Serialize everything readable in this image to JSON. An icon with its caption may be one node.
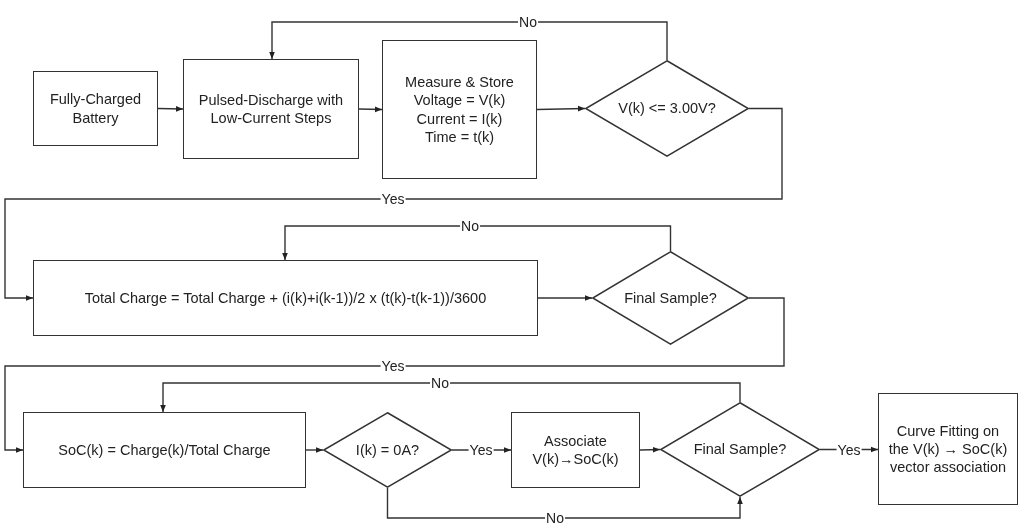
{
  "diagram": {
    "nodes": [
      {
        "text": [
          "Fully-Charged Battery"
        ]
      },
      {
        "text": [
          "Pulsed-Discharge with Low-Current Steps"
        ]
      },
      {
        "text": [
          "Measure & Store",
          "Voltage = V(k)",
          "Current = I(k)",
          "Time = t(k)"
        ]
      },
      {
        "text": [
          "V(k) <= 3.00V?"
        ]
      },
      {
        "text": [
          "Total Charge = Total Charge + (i(k)+i(k-1))/2 x (t(k)-t(k-1))/3600"
        ]
      },
      {
        "text": [
          "Final Sample?"
        ]
      },
      {
        "text": [
          "SoC(k) = Charge(k)/Total Charge"
        ]
      },
      {
        "text": [
          "I(k) = 0A?"
        ]
      },
      {
        "text": [
          "Associate V(k)→SoC(k)"
        ]
      },
      {
        "text": [
          "Final Sample?"
        ]
      },
      {
        "text": [
          "Curve Fitting on the V(k) → SoC(k) vector association"
        ]
      }
    ],
    "edges": [
      {
        "from": 0,
        "to": 1,
        "arrow": "to"
      },
      {
        "from": 1,
        "to": 2,
        "arrow": "to"
      },
      {
        "from": 2,
        "to": 3,
        "arrow": "to"
      },
      {
        "from": 3,
        "to": 1,
        "arrow": "to",
        "label": "No"
      },
      {
        "from": 3,
        "to": 4,
        "arrow": "to",
        "label": "Yes"
      },
      {
        "from": 4,
        "to": 5,
        "arrow": "to"
      },
      {
        "from": 5,
        "to": 4,
        "arrow": "to",
        "label": "No"
      },
      {
        "from": 5,
        "to": 6,
        "arrow": "to",
        "label": "Yes"
      },
      {
        "from": 6,
        "to": 7,
        "arrow": "to"
      },
      {
        "from": 7,
        "to": 8,
        "arrow": "to",
        "label": "Yes"
      },
      {
        "from": 8,
        "to": 9,
        "arrow": "to"
      },
      {
        "from": 9,
        "to": 10,
        "arrow": "to",
        "label": "Yes"
      },
      {
        "from": 9,
        "to": 6,
        "arrow": "to",
        "label": "No"
      },
      {
        "from": 7,
        "to": 9,
        "arrow": "to",
        "label": "No"
      }
    ]
  }
}
